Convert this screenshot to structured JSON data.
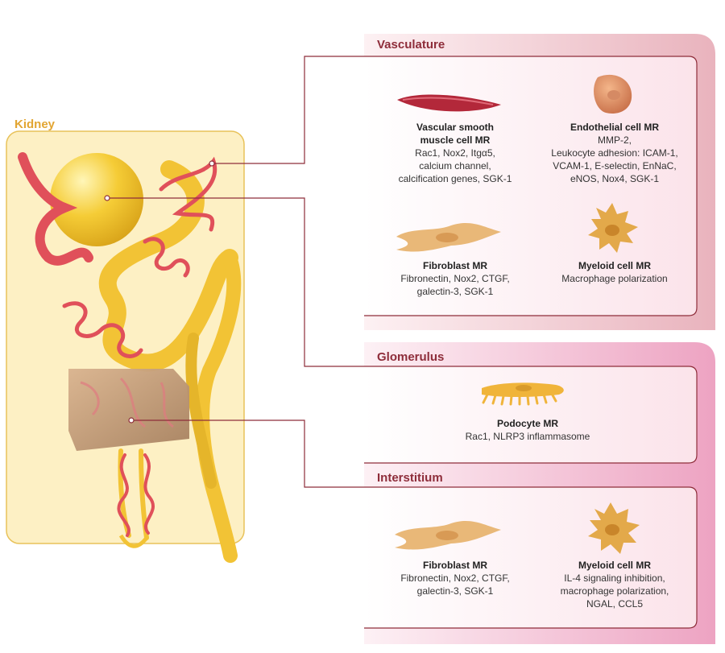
{
  "kidney": {
    "title": "Kidney"
  },
  "sections": {
    "vasculature": {
      "title": "Vasculature",
      "cells": [
        {
          "name_lines": [
            "Vascular smooth",
            "muscle cell MR"
          ],
          "desc_lines": [
            "Rac1, Nox2, Itgα5,",
            "calcium channel,",
            "calcification genes, SGK-1"
          ]
        },
        {
          "name_lines": [
            "Endothelial cell MR"
          ],
          "desc_lines": [
            "MMP-2,",
            "Leukocyte adhesion: ICAM-1,",
            "VCAM-1, E-selectin, EnNaC,",
            "eNOS, Nox4, SGK-1"
          ]
        },
        {
          "name_lines": [
            "Fibroblast MR"
          ],
          "desc_lines": [
            "Fibronectin, Nox2, CTGF,",
            "galectin-3, SGK-1"
          ]
        },
        {
          "name_lines": [
            "Myeloid cell MR"
          ],
          "desc_lines": [
            "Macrophage polarization"
          ]
        }
      ]
    },
    "glomerulus": {
      "title": "Glomerulus",
      "cells": [
        {
          "name_lines": [
            "Podocyte MR"
          ],
          "desc_lines": [
            "Rac1, NLRP3 inflammasome"
          ]
        }
      ]
    },
    "interstitium": {
      "title": "Interstitium",
      "cells": [
        {
          "name_lines": [
            "Fibroblast MR"
          ],
          "desc_lines": [
            "Fibronectin, Nox2, CTGF,",
            "galectin-3, SGK-1"
          ]
        },
        {
          "name_lines": [
            "Myeloid cell MR"
          ],
          "desc_lines": [
            "IL-4 signaling inhibition,",
            "macrophage polarization,",
            "NGAL, CCL5"
          ]
        }
      ]
    }
  },
  "colors": {
    "kidney_panel": "#fdf0c4",
    "kidney_border": "#e8c25a",
    "tubule": "#f2c335",
    "vessel": "#e0505a",
    "section_bg": "#f7d3dc",
    "connector": "#8e2d3a"
  }
}
